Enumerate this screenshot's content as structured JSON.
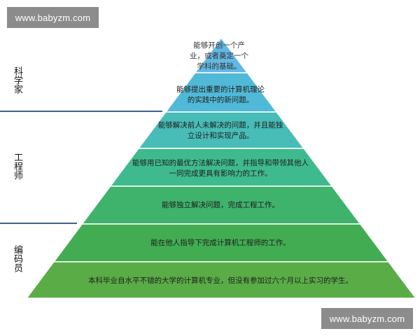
{
  "watermark": {
    "text": "www.babyzm.com"
  },
  "categories": [
    {
      "label": "科学家"
    },
    {
      "label": "工程师"
    },
    {
      "label": "编码员"
    }
  ],
  "tiers": [
    {
      "text": "能够开创一个产业，或者奠定一个学科的基础。",
      "color": "#62b8e4"
    },
    {
      "text": "能够提出重要的计算机理论的实践中的新问题。",
      "color": "#51b9d8"
    },
    {
      "text": "能够解决前人未解决的问题，并且能独立设计和实现产品。",
      "color": "#48bcb6"
    },
    {
      "text": "能够用已知的最优方法解决问题，并指导和带领其他人一同完成更具有影响力的工作。",
      "color": "#3fba8f"
    },
    {
      "text": "能够独立解决问题，完成工程工作。",
      "color": "#3fb26c"
    },
    {
      "text": "能在他人指导下完成计算机工程师的工作。",
      "color": "#42ac52"
    },
    {
      "text": "本科毕业自水平不错的大学的计算机专业，但没有参加过六个月以上实习的学生。",
      "color": "#5aac46"
    }
  ]
}
